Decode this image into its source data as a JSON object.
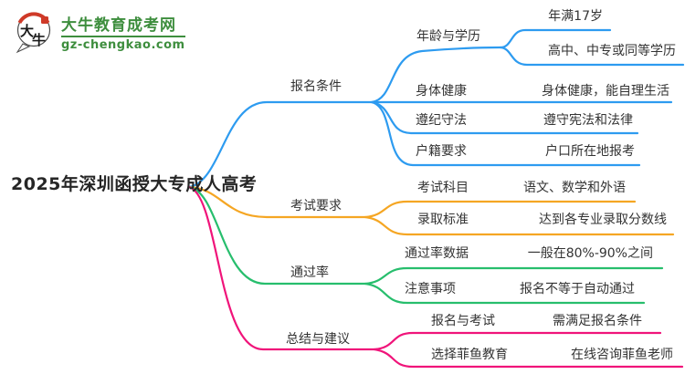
{
  "logo": {
    "site_name": "大牛教育成考网",
    "site_url": "gz-chengkao.com",
    "icon_char_1": "大",
    "icon_char_2": "牛",
    "brand_green": "#3e8e3e",
    "brand_red": "#cf3a28"
  },
  "root": {
    "label": "2025年深圳函授大专成人高考"
  },
  "branches": [
    {
      "label": "报名条件",
      "color": "#2d9bf0",
      "children": [
        {
          "label": "年龄与学历",
          "leaves": [
            "年满17岁",
            "高中、中专或同等学历"
          ]
        },
        {
          "label": "身体健康",
          "leaves": [
            "身体健康，能自理生活"
          ]
        },
        {
          "label": "遵纪守法",
          "leaves": [
            "遵守宪法和法律"
          ]
        },
        {
          "label": "户籍要求",
          "leaves": [
            "户口所在地报考"
          ]
        }
      ]
    },
    {
      "label": "考试要求",
      "color": "#f5a623",
      "children": [
        {
          "label": "考试科目",
          "leaves": [
            "语文、数学和外语"
          ]
        },
        {
          "label": "录取标准",
          "leaves": [
            "达到各专业录取分数线"
          ]
        }
      ]
    },
    {
      "label": "通过率",
      "color": "#27be6d",
      "children": [
        {
          "label": "通过率数据",
          "leaves": [
            "一般在80%-90%之间"
          ]
        },
        {
          "label": "注意事项",
          "leaves": [
            "报名不等于自动通过"
          ]
        }
      ]
    },
    {
      "label": "总结与建议",
      "color": "#f0147a",
      "children": [
        {
          "label": "报名与考试",
          "leaves": [
            "需满足报名条件"
          ]
        },
        {
          "label": "选择菲鱼教育",
          "leaves": [
            "在线咨询菲鱼老师"
          ]
        }
      ]
    }
  ]
}
